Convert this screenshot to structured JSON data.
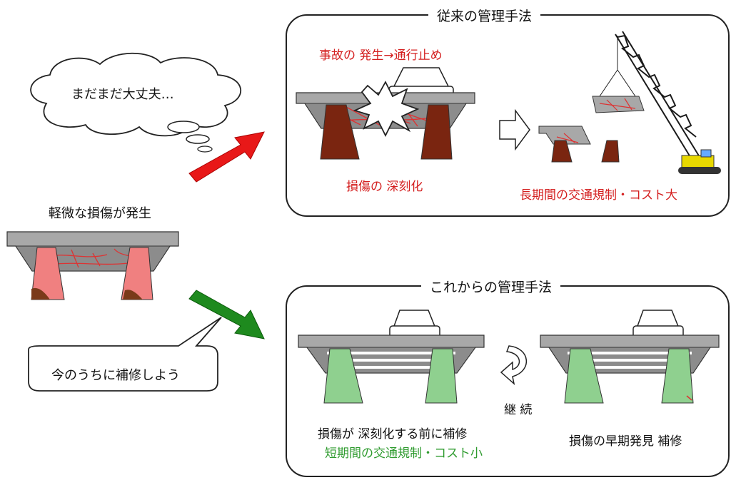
{
  "left": {
    "thought_bubble": "まだまだ大丈夫…",
    "minor_damage_label": "軽微な損傷が発生",
    "speech_bubble": "今のうちに補修しよう"
  },
  "conventional": {
    "title": "従来の管理手法",
    "accident_label": "事故の 発生→通行止め",
    "damage_label": "損傷の 深刻化",
    "cost_label": "長期間の交通規制・コスト大"
  },
  "future": {
    "title": "これからの管理手法",
    "before_repair_label": "損傷が 深刻化する前に補修",
    "short_cost_label": "短期間の交通規制・コスト小",
    "continue_label": "継 続",
    "early_detect_label": "損傷の早期発見 補修"
  },
  "colors": {
    "red_arrow": "#e81818",
    "green_arrow": "#1e8a1e",
    "damaged_girder": "#f08080",
    "severe_girder": "#7a2510",
    "healthy_girder": "#8fd08f",
    "deck": "#a8a8a8",
    "crane": "#1a1a1a",
    "crane_body": "#e8d800"
  }
}
